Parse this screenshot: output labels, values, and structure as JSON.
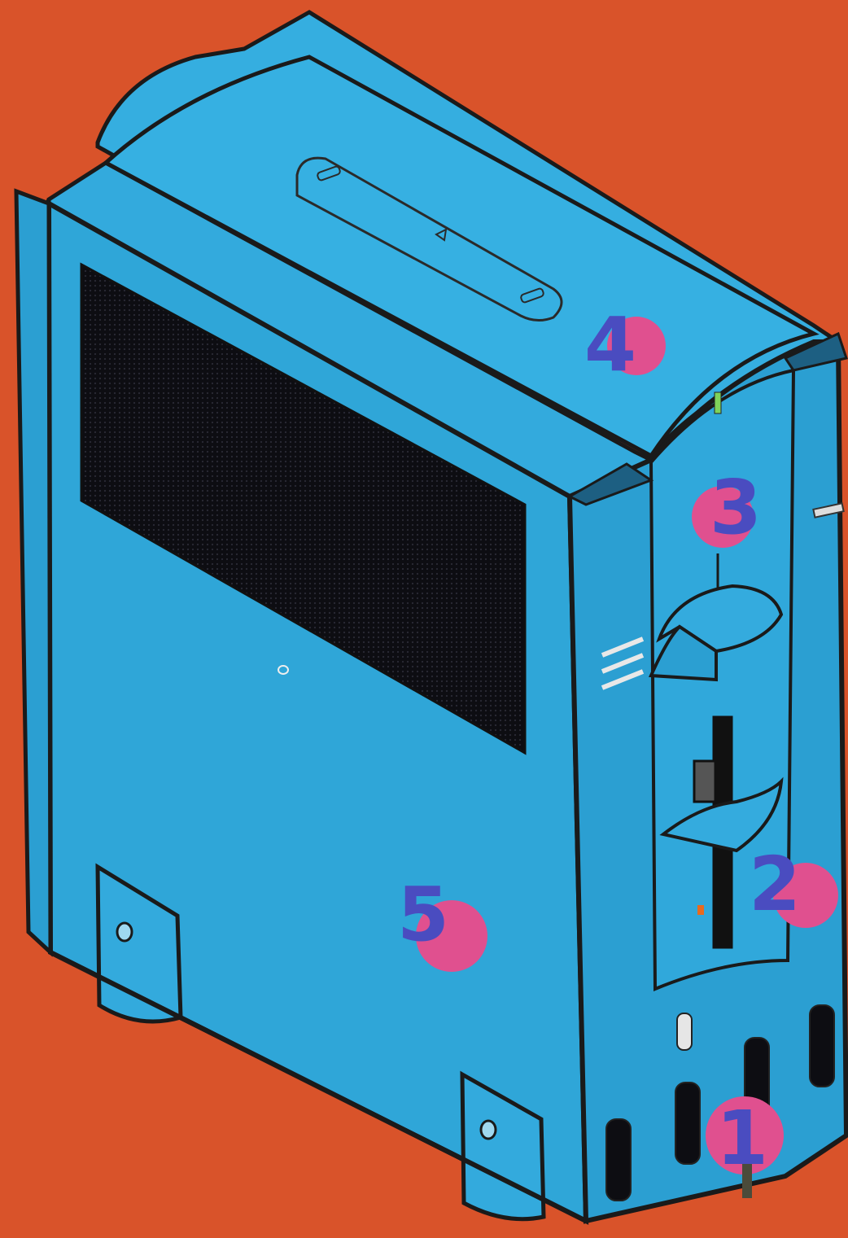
{
  "colors": {
    "background": "#d9532a",
    "case_face": "#2fa6d8",
    "case_side": "#239bcf",
    "case_top": "#35aee0",
    "outline": "#1a1a1a",
    "vent": "#0d0d12",
    "callout_dot": "#e0508f",
    "callout_number": "#4a4cc0"
  },
  "callouts": [
    {
      "id": "1",
      "label": "1"
    },
    {
      "id": "2",
      "label": "2"
    },
    {
      "id": "3",
      "label": "3"
    },
    {
      "id": "4",
      "label": "4"
    },
    {
      "id": "5",
      "label": "5"
    }
  ],
  "icons": [
    "eject-icon",
    "vent-grille",
    "floppy-drive-slot",
    "usb-port",
    "led-indicator"
  ]
}
